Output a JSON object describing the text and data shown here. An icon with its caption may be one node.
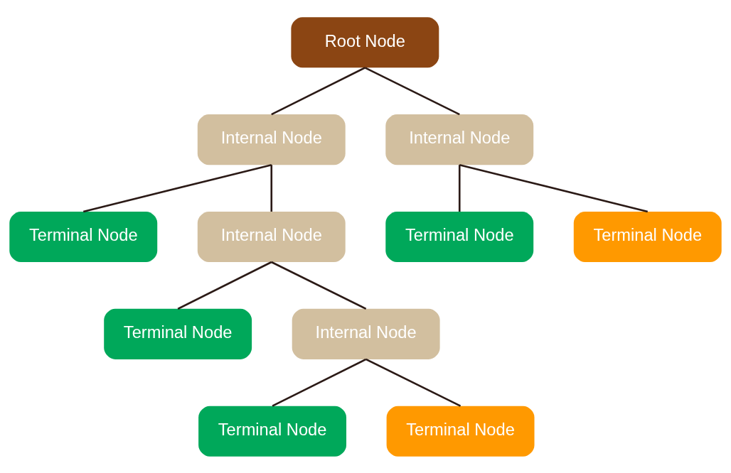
{
  "diagram": {
    "nodes": [
      {
        "text": [
          "Root Node"
        ]
      },
      {
        "text": [
          "Internal Node"
        ]
      },
      {
        "text": [
          "Internal Node"
        ]
      },
      {
        "text": [
          "Terminal Node"
        ]
      },
      {
        "text": [
          "Internal Node"
        ]
      },
      {
        "text": [
          "Terminal Node"
        ]
      },
      {
        "text": [
          "Terminal Node"
        ]
      },
      {
        "text": [
          "Terminal Node"
        ]
      },
      {
        "text": [
          "Internal Node"
        ]
      },
      {
        "text": [
          "Terminal Node"
        ]
      },
      {
        "text": [
          "Terminal Node"
        ]
      }
    ],
    "edges": [
      {
        "from": 0,
        "to": 1,
        "arrow": "none"
      },
      {
        "from": 0,
        "to": 2,
        "arrow": "none"
      },
      {
        "from": 1,
        "to": 3,
        "arrow": "none"
      },
      {
        "from": 1,
        "to": 4,
        "arrow": "none"
      },
      {
        "from": 2,
        "to": 5,
        "arrow": "none"
      },
      {
        "from": 2,
        "to": 6,
        "arrow": "none"
      },
      {
        "from": 4,
        "to": 7,
        "arrow": "none"
      },
      {
        "from": 4,
        "to": 8,
        "arrow": "none"
      },
      {
        "from": 8,
        "to": 9,
        "arrow": "none"
      },
      {
        "from": 8,
        "to": 10,
        "arrow": "none"
      }
    ]
  }
}
